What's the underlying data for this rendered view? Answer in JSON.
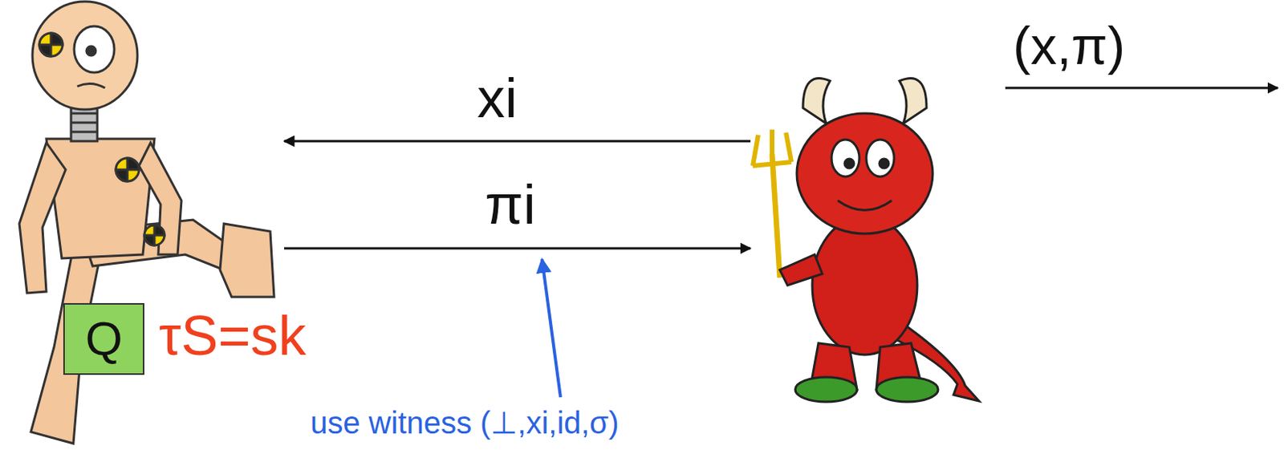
{
  "diagram": {
    "nodes": [
      {
        "text": [
          "Q"
        ]
      }
    ],
    "labels": [
      "xi",
      "πi",
      "(x,π)",
      "τS=sk",
      "use witness (⊥,xi,id,σ)"
    ]
  }
}
